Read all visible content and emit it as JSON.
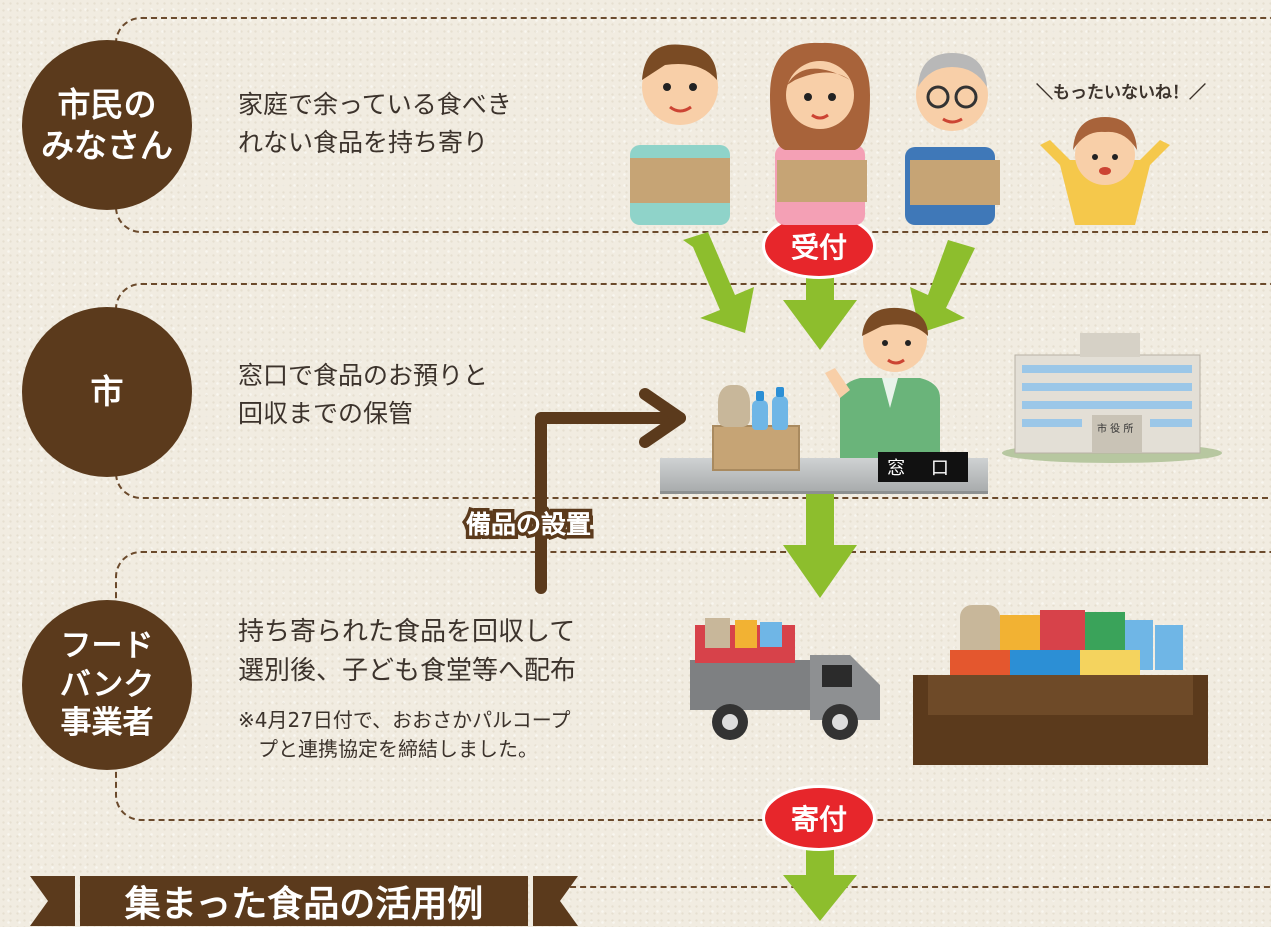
{
  "sections": [
    {
      "circle": "市民の\nみなさん",
      "text": "家庭で余っている食べき\nれない食品を持ち寄り"
    },
    {
      "circle": "市",
      "text": "窓口で食品のお預りと\n回収までの保管"
    },
    {
      "circle": "フード\nバンク\n事業者",
      "text": "持ち寄られた食品を回収して\n選別後、子ども食堂等へ配布",
      "note": "※4月27日付で、おおさかパルコープ\n　プと連携協定を締結しました。"
    }
  ],
  "badges": {
    "receive": "受付",
    "donate": "寄付"
  },
  "setup_label": "備品の設置",
  "counter_label": "窓 口",
  "speech": "＼もったいないね！／",
  "building_sign": "市 役 所",
  "banner": "集まった食品の活用例",
  "colors": {
    "brown": "#5b3a1c",
    "green": "#8dbe2d",
    "red": "#e7262b"
  }
}
